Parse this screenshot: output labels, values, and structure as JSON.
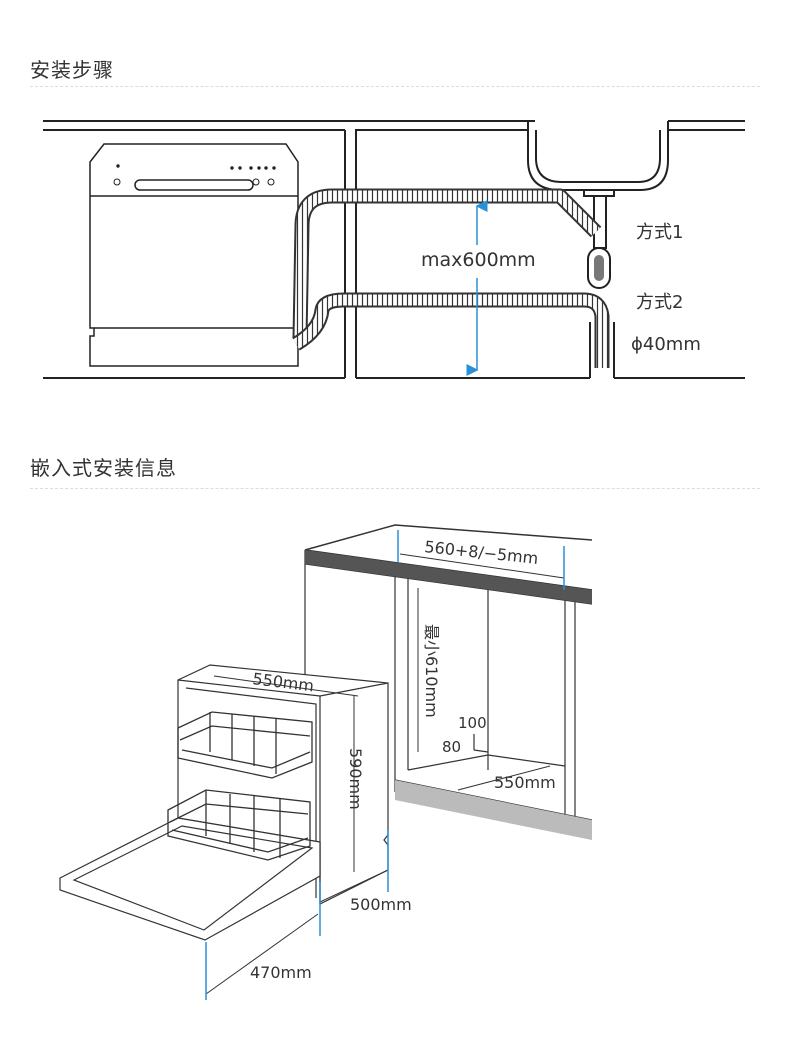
{
  "section1": {
    "title": "安装步骤",
    "measure_label": "max600mm",
    "method1_label": "方式1",
    "method2_label": "方式2",
    "pipe_label": "ϕ40mm"
  },
  "section2": {
    "title": "嵌入式安装信息",
    "dim_top_width": "560+8/−5mm",
    "dim_min_height": "最小610mm",
    "dim_100": "100",
    "dim_80": "80",
    "dim_niche_depth": "550mm",
    "dim_unit_width": "550mm",
    "dim_unit_height": "590mm",
    "dim_unit_depth": "500mm",
    "dim_door_depth": "470mm"
  },
  "colors": {
    "line": "#222222",
    "accent": "#2a8fd6",
    "countertop": "#555555"
  }
}
